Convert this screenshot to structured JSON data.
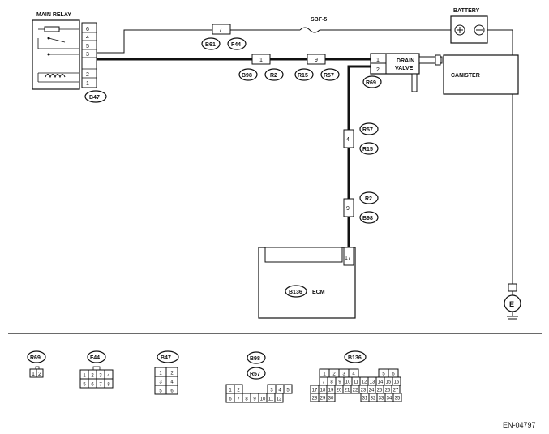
{
  "main_relay": {
    "title": "MAIN RELAY",
    "pins": [
      "6",
      "4",
      "5",
      "3",
      "2",
      "1"
    ],
    "connector": "B47"
  },
  "battery": {
    "title": "BATTERY"
  },
  "fuse": {
    "label": "SBF-5"
  },
  "drain_valve": {
    "line1": "DRAIN",
    "line2": "VALVE",
    "pins": [
      "1",
      "2"
    ],
    "connector": "R69"
  },
  "canister": {
    "label": "CANISTER"
  },
  "ecm": {
    "label": "ECM",
    "connector": "B136",
    "pin": "17"
  },
  "ground": {
    "label": "E"
  },
  "inline_connectors": {
    "b61_f44": {
      "pin": "7",
      "left": "B61",
      "right": "F44"
    },
    "b98_r2": {
      "pin": "1",
      "left": "B98",
      "right": "R2"
    },
    "r15_r57": {
      "pin": "9",
      "left": "R15",
      "right": "R57"
    },
    "r57_r15_v": {
      "pin": "4",
      "top": "R57",
      "bottom": "R15"
    },
    "r2_b98_v": {
      "pin": "9",
      "top": "R2",
      "bottom": "B98"
    }
  },
  "legend": {
    "r69": {
      "name": "R69",
      "cells": [
        "1",
        "2"
      ]
    },
    "f44": {
      "name": "F44",
      "row1": [
        "1",
        "2",
        "3",
        "4"
      ],
      "row2": [
        "5",
        "6",
        "7",
        "8"
      ]
    },
    "b47": {
      "name": "B47",
      "row1": [
        "1",
        "2"
      ],
      "row2": [
        "3",
        "4"
      ],
      "row3": [
        "5",
        "6"
      ]
    },
    "b98_r57": {
      "name1": "B98",
      "name2": "R57",
      "row1": [
        "1",
        "2",
        "3",
        "4",
        "5"
      ],
      "row2": [
        "6",
        "7",
        "8",
        "9",
        "10",
        "11",
        "12"
      ]
    },
    "b136": {
      "name": "B136",
      "row1": [
        "1",
        "2",
        "3",
        "4",
        "5",
        "6"
      ],
      "row2": [
        "7",
        "8",
        "9",
        "10",
        "11",
        "12",
        "13",
        "14",
        "15",
        "16"
      ],
      "row3": [
        "17",
        "18",
        "19",
        "20",
        "21",
        "22",
        "23",
        "24",
        "25",
        "26",
        "27"
      ],
      "row4": [
        "28",
        "29",
        "30",
        "31",
        "32",
        "33",
        "34",
        "35"
      ]
    }
  },
  "doc_code": "EN-04797"
}
